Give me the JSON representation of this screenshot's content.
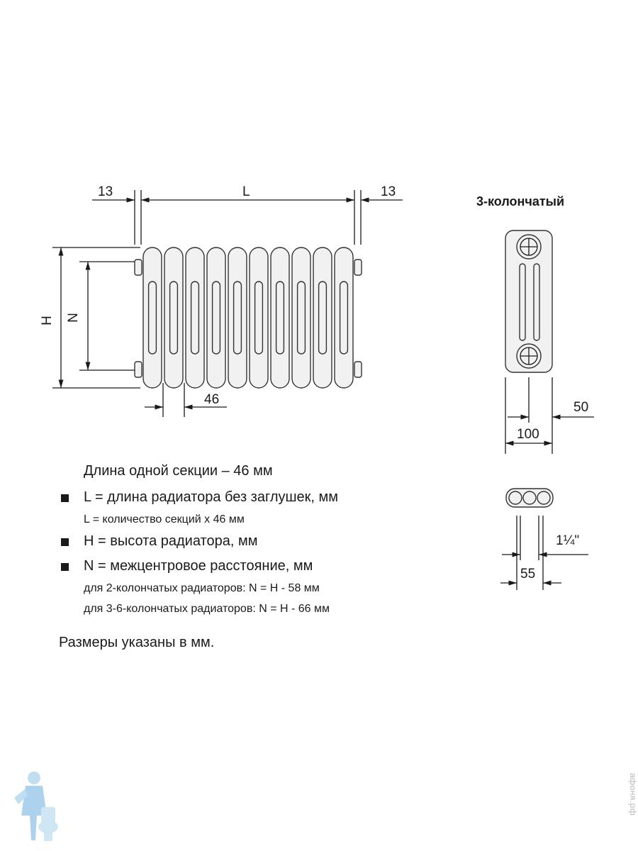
{
  "front_view": {
    "dim_left": "13",
    "dim_length": "L",
    "dim_right": "13",
    "dim_height": "H",
    "dim_center": "N",
    "dim_section": "46",
    "sections": 10
  },
  "side_view": {
    "title": "3-колончатый",
    "dim_depth": "100",
    "dim_offset": "50"
  },
  "top_view": {
    "dim_width": "55",
    "dim_thread": "1¼\""
  },
  "legend": {
    "section_length": "Длина одной секции – 46 мм",
    "l_def": "L = длина радиатора без заглушек, мм",
    "l_calc": "L = количество секций х 46 мм",
    "h_def": "H = высота радиатора, мм",
    "n_def": "N = межцентровое расстояние, мм",
    "n_2col": "для 2-колончатых радиаторов: N = H - 58 мм",
    "n_36col": "для 3-6-колончатых радиаторов: N = H - 66 мм",
    "units_note": "Размеры указаны в мм."
  },
  "watermark": "афоня.рф"
}
